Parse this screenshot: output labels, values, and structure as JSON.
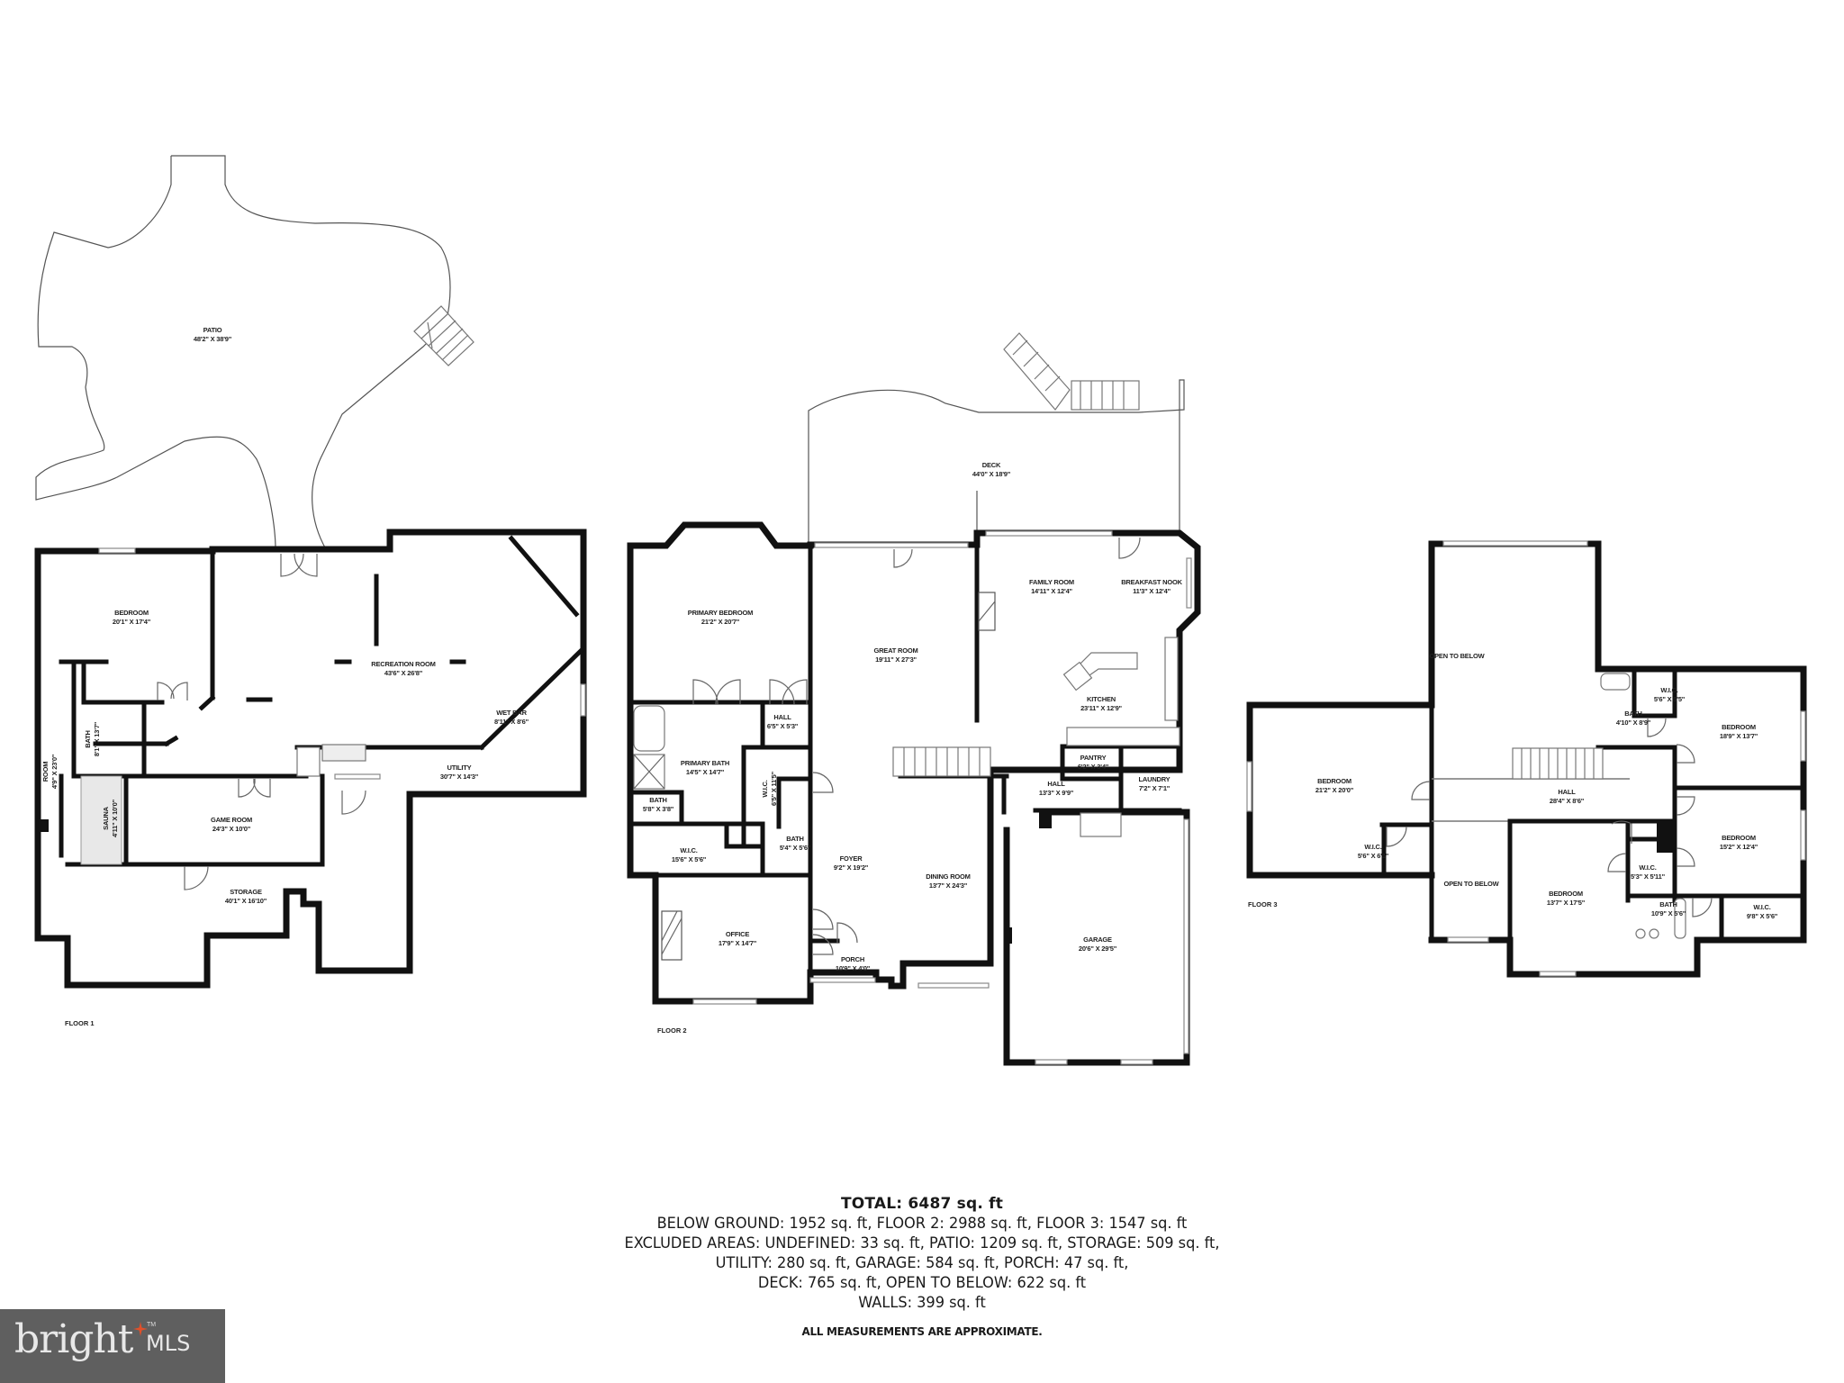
{
  "floors": {
    "floor1": {
      "label": "FLOOR 1",
      "rooms": [
        {
          "name": "PATIO",
          "dims": "48'2\" X 38'9\""
        },
        {
          "name": "BEDROOM",
          "dims": "20'1\" X 17'4\""
        },
        {
          "name": "RECREATION ROOM",
          "dims": "43'6\" X 26'8\""
        },
        {
          "name": "WET BAR",
          "dims": "8'11\" X 8'6\""
        },
        {
          "name": "BATH",
          "dims": "8'1\" X 13'7\""
        },
        {
          "name": "ROOM",
          "dims": "4'9\" X 23'0\""
        },
        {
          "name": "SAUNA",
          "dims": "4'11\" X 10'0\""
        },
        {
          "name": "UTILITY",
          "dims": "30'7\" X 14'3\""
        },
        {
          "name": "GAME ROOM",
          "dims": "24'3\" X 10'0\""
        },
        {
          "name": "STORAGE",
          "dims": "40'1\" X 16'10\""
        }
      ]
    },
    "floor2": {
      "label": "FLOOR 2",
      "rooms": [
        {
          "name": "DECK",
          "dims": "44'0\" X 18'9\""
        },
        {
          "name": "PRIMARY BEDROOM",
          "dims": "21'2\" X 20'7\""
        },
        {
          "name": "GREAT ROOM",
          "dims": "19'11\" X 27'3\""
        },
        {
          "name": "FAMILY ROOM",
          "dims": "14'11\" X 12'4\""
        },
        {
          "name": "BREAKFAST NOOK",
          "dims": "11'3\" X 12'4\""
        },
        {
          "name": "KITCHEN",
          "dims": "23'11\" X 12'9\""
        },
        {
          "name": "HALL",
          "dims": "6'5\" X 5'3\""
        },
        {
          "name": "PRIMARY BATH",
          "dims": "14'5\" X 14'7\""
        },
        {
          "name": "W.I.C.",
          "dims": "6'5\" X 11'5\""
        },
        {
          "name": "BATH",
          "dims": "5'8\" X 3'8\""
        },
        {
          "name": "W.I.C.",
          "dims": "15'6\" X 5'6\""
        },
        {
          "name": "BATH",
          "dims": "5'4\" X 5'6\""
        },
        {
          "name": "FOYER",
          "dims": "9'2\" X 19'2\""
        },
        {
          "name": "DINING ROOM",
          "dims": "13'7\" X 24'3\""
        },
        {
          "name": "PANTRY",
          "dims": "6'2\" X 3'4\""
        },
        {
          "name": "HALL",
          "dims": "13'3\" X 9'9\""
        },
        {
          "name": "LAUNDRY",
          "dims": "7'2\" X 7'1\""
        },
        {
          "name": "OFFICE",
          "dims": "17'9\" X 14'7\""
        },
        {
          "name": "PORCH",
          "dims": "10'9\" X 4'0\""
        },
        {
          "name": "GARAGE",
          "dims": "20'6\" X 29'5\""
        }
      ]
    },
    "floor3": {
      "label": "FLOOR 3",
      "rooms": [
        {
          "name": "OPEN TO BELOW",
          "dims": ""
        },
        {
          "name": "BEDROOM",
          "dims": "21'2\" X 20'0\""
        },
        {
          "name": "W.I.C.",
          "dims": "5'6\" X 6'1\""
        },
        {
          "name": "HALL",
          "dims": "28'4\" X 8'6\""
        },
        {
          "name": "OPEN TO BELOW",
          "dims": ""
        },
        {
          "name": "BATH",
          "dims": "4'10\" X 8'9\""
        },
        {
          "name": "W.I.C.",
          "dims": "5'6\" X 5'5\""
        },
        {
          "name": "BEDROOM",
          "dims": "18'9\" X 13'7\""
        },
        {
          "name": "BEDROOM",
          "dims": "15'2\" X 12'4\""
        },
        {
          "name": "W.I.C.",
          "dims": "5'3\" X 5'11\""
        },
        {
          "name": "BEDROOM",
          "dims": "13'7\" X 17'5\""
        },
        {
          "name": "BATH",
          "dims": "10'9\" X 5'6\""
        },
        {
          "name": "W.I.C.",
          "dims": "9'8\" X 5'6\""
        }
      ]
    }
  },
  "summary": {
    "total": "TOTAL: 6487 sq. ft",
    "lines": [
      "BELOW GROUND: 1952 sq. ft, FLOOR 2: 2988 sq. ft, FLOOR 3: 1547 sq. ft",
      "EXCLUDED AREAS: UNDEFINED: 33 sq. ft, PATIO: 1209 sq. ft, STORAGE: 509 sq. ft,",
      "UTILITY: 280 sq. ft, GARAGE: 584 sq. ft, PORCH: 47 sq. ft,",
      "DECK: 765 sq. ft, OPEN TO BELOW: 622 sq. ft",
      "WALLS: 399 sq. ft"
    ],
    "disclaimer": "ALL MEASUREMENTS ARE APPROXIMATE."
  },
  "logo": {
    "word": "bright",
    "suffix": "MLS",
    "tm": "TM",
    "star_color": "#e0502a",
    "bg_color": "#5f5f5f"
  }
}
